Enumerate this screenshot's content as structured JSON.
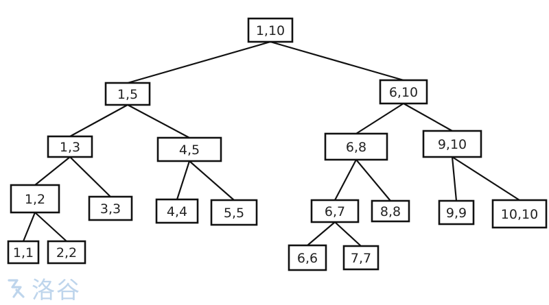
{
  "tree": {
    "nodes": [
      {
        "id": "n1-10",
        "label": "1,10"
      },
      {
        "id": "n1-5",
        "label": "1,5"
      },
      {
        "id": "n6-10",
        "label": "6,10"
      },
      {
        "id": "n1-3",
        "label": "1,3"
      },
      {
        "id": "n4-5",
        "label": "4,5"
      },
      {
        "id": "n6-8",
        "label": "6,8"
      },
      {
        "id": "n9-10",
        "label": "9,10"
      },
      {
        "id": "n1-2",
        "label": "1,2"
      },
      {
        "id": "n3-3",
        "label": "3,3"
      },
      {
        "id": "n4-4",
        "label": "4,4"
      },
      {
        "id": "n5-5",
        "label": "5,5"
      },
      {
        "id": "n6-7",
        "label": "6,7"
      },
      {
        "id": "n8-8",
        "label": "8,8"
      },
      {
        "id": "n9-9",
        "label": "9,9"
      },
      {
        "id": "n10-10",
        "label": "10,10"
      },
      {
        "id": "n1-1",
        "label": "1,1"
      },
      {
        "id": "n2-2",
        "label": "2,2"
      },
      {
        "id": "n6-6",
        "label": "6,6"
      },
      {
        "id": "n7-7",
        "label": "7,7"
      }
    ],
    "edges": [
      {
        "from": "n1-10",
        "to": "n1-5"
      },
      {
        "from": "n1-10",
        "to": "n6-10"
      },
      {
        "from": "n1-5",
        "to": "n1-3"
      },
      {
        "from": "n1-5",
        "to": "n4-5"
      },
      {
        "from": "n6-10",
        "to": "n6-8"
      },
      {
        "from": "n6-10",
        "to": "n9-10"
      },
      {
        "from": "n1-3",
        "to": "n1-2"
      },
      {
        "from": "n1-3",
        "to": "n3-3"
      },
      {
        "from": "n4-5",
        "to": "n4-4"
      },
      {
        "from": "n4-5",
        "to": "n5-5"
      },
      {
        "from": "n6-8",
        "to": "n6-7"
      },
      {
        "from": "n6-8",
        "to": "n8-8"
      },
      {
        "from": "n9-10",
        "to": "n9-9"
      },
      {
        "from": "n9-10",
        "to": "n10-10"
      },
      {
        "from": "n1-2",
        "to": "n1-1"
      },
      {
        "from": "n1-2",
        "to": "n2-2"
      },
      {
        "from": "n6-7",
        "to": "n6-6"
      },
      {
        "from": "n6-7",
        "to": "n7-7"
      }
    ]
  },
  "watermark": {
    "text": "洛谷",
    "color": "#a9c7e6",
    "icon": "luogu-logo-icon"
  },
  "colors": {
    "stroke": "#111111",
    "text": "#222222",
    "background": "#ffffff"
  }
}
